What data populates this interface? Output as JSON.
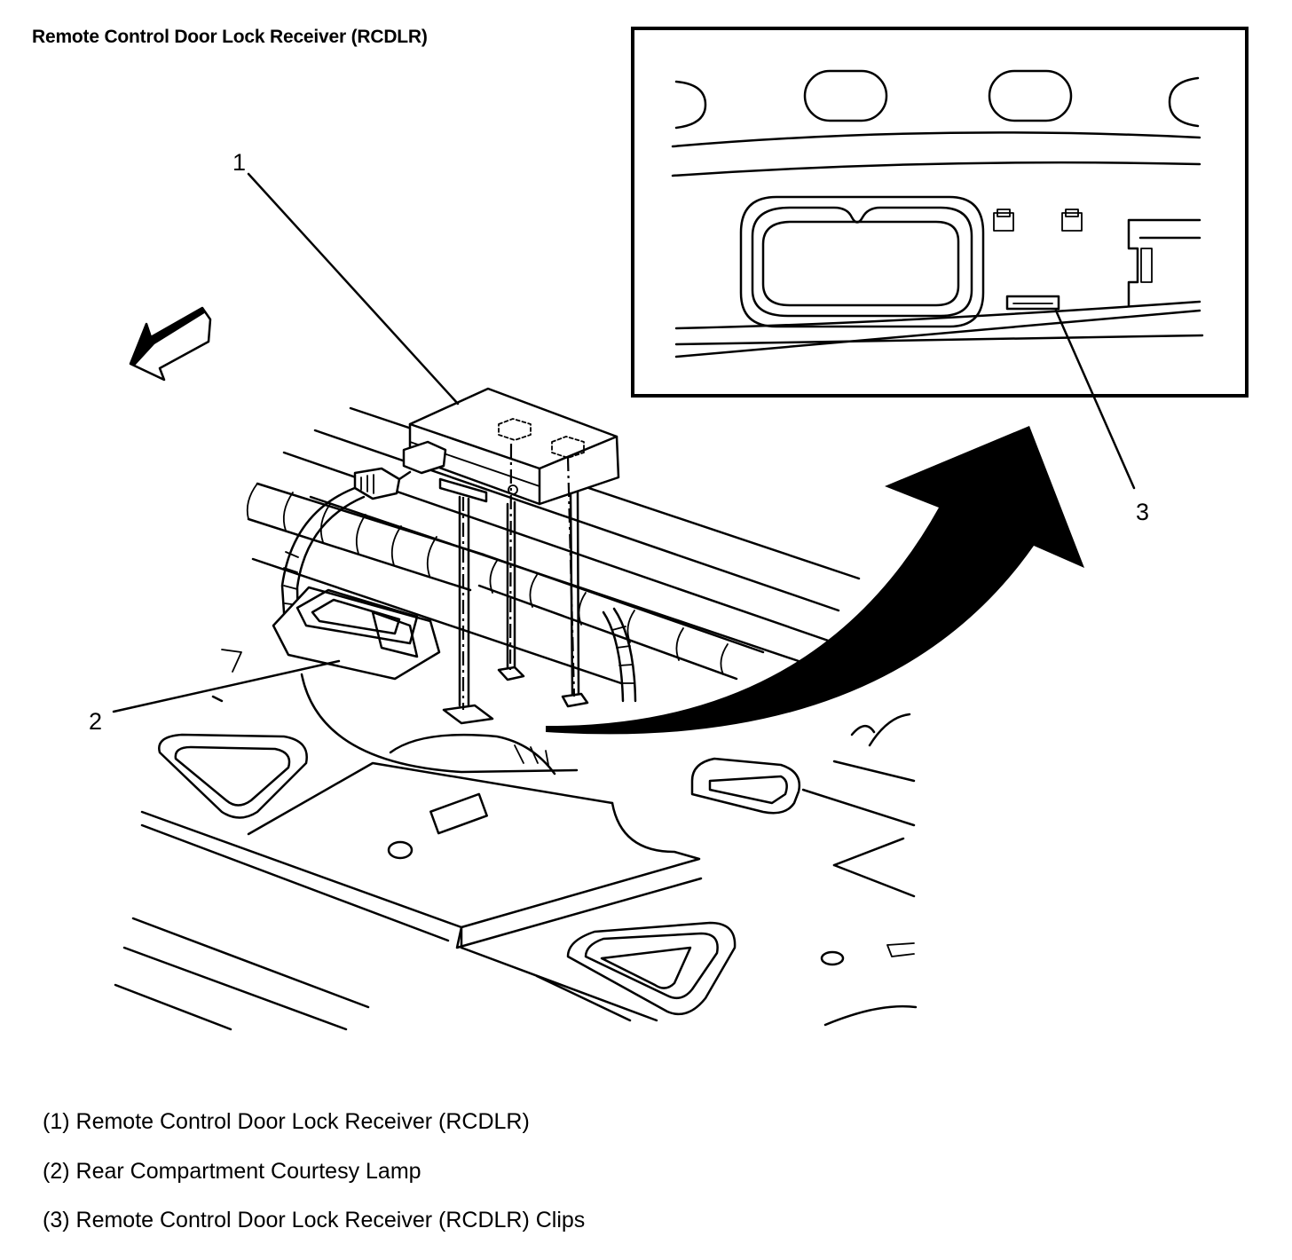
{
  "title": "Remote Control Door Lock Receiver (RCDLR)",
  "callouts": {
    "c1": "1",
    "c2": "2",
    "c3": "3"
  },
  "legend": [
    {
      "num": "(1)",
      "text": "Remote Control Door Lock Receiver (RCDLR)"
    },
    {
      "num": "(2)",
      "text": "Rear Compartment Courtesy Lamp"
    },
    {
      "num": "(3)",
      "text": "Remote Control Door Lock Receiver (RCDLR) Clips"
    }
  ]
}
